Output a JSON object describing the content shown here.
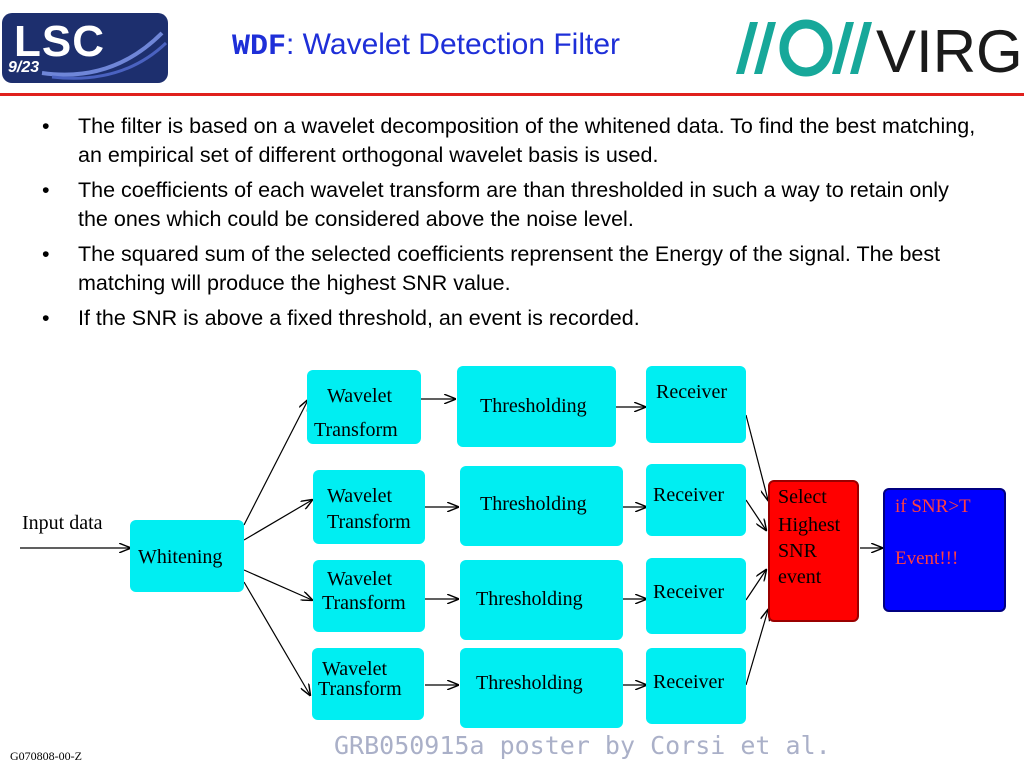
{
  "header": {
    "lsc_logo_text": "LSC",
    "page_number": "9/23",
    "title_abbr": "WDF",
    "title_rest": ": Wavelet Detection Filter",
    "virgo_logo_text": "VIRGO"
  },
  "bullets": [
    "The filter is based on a wavelet decomposition of the whitened data. To find the best matching, an empirical set of different orthogonal wavelet basis is used.",
    "The coefficients of each wavelet transform are than thresholded in such a way to retain only the ones which could be considered above the noise level.",
    "The squared sum of the selected coefficients reprensent the Energy of the signal. The best matching will produce the highest SNR value.",
    "If the SNR is above a fixed threshold, an event is recorded."
  ],
  "bullet_marker": "•",
  "diagram": {
    "input_label": "Input data",
    "whitening": "Whitening",
    "branches": [
      {
        "wavelet_line1": "Wavelet",
        "wavelet_line2": "Transform",
        "threshold": "Thresholding",
        "receiver": "Receiver"
      },
      {
        "wavelet_line1": "Wavelet",
        "wavelet_line2": "Transform",
        "threshold": "Thresholding",
        "receiver": "Receiver"
      },
      {
        "wavelet_line1": "Wavelet",
        "wavelet_line2": "Transform",
        "threshold": "Thresholding",
        "receiver": "Receiver"
      },
      {
        "wavelet_line1": "Wavelet",
        "wavelet_line2": "Transform",
        "threshold": "Thresholding",
        "receiver": "Receiver"
      }
    ],
    "select": {
      "line1": "Select",
      "line2": "Highest",
      "line3": "SNR",
      "line4": "event"
    },
    "decision": {
      "line1": "if SNR>T",
      "line2": "Event!!!"
    },
    "colors": {
      "cyan": "#00eef2",
      "select": "#ff0000",
      "decision": "#0000ff",
      "decision_text": "#ff4040",
      "select_text": "#000000"
    }
  },
  "footer": {
    "doc_id": "G070808-00-Z",
    "credit": "GRB050915a poster by Corsi et al."
  },
  "colors": {
    "title": "#1e2fd8",
    "rule": "#e0201c",
    "lsc_bg": "#1d2f6e"
  }
}
